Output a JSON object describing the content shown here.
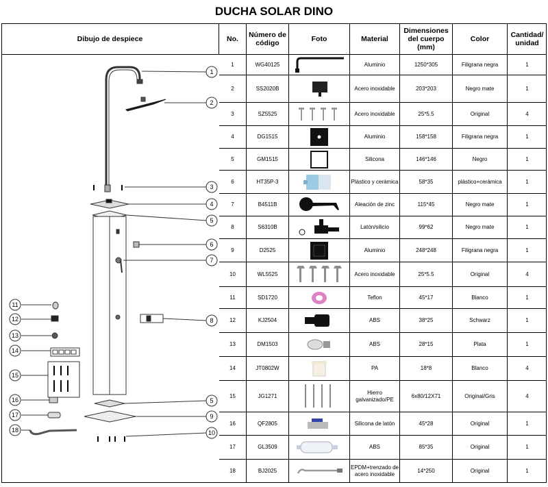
{
  "title": "DUCHA SOLAR DINO",
  "headers": {
    "drawing": "Dibujo de despiece",
    "no": "No.",
    "code": "Número de código",
    "photo": "Foto",
    "material": "Material",
    "dims": "Dimensiones del cuerpo (mm)",
    "color": "Color",
    "qty": "Cantidad/ unidad"
  },
  "callouts": [
    "1",
    "2",
    "3",
    "4",
    "5",
    "6",
    "7",
    "8",
    "9",
    "10",
    "11",
    "12",
    "13",
    "14",
    "15",
    "16",
    "17",
    "18"
  ],
  "rows": [
    {
      "no": "1",
      "code": "WG40125",
      "photo": "curved-pipe-icon",
      "material": "Aluminio",
      "dims": "1250*305",
      "color": "Filigrana negra",
      "qty": "1"
    },
    {
      "no": "2",
      "code": "SS2020B",
      "photo": "shower-head-icon",
      "material": "Acero inoxidable",
      "dims": "203*203",
      "color": "Negro mate",
      "qty": "1"
    },
    {
      "no": "3",
      "code": "SZ5525",
      "photo": "screws-icon",
      "material": "Acero inoxidable",
      "dims": "25*5.5",
      "color": "Original",
      "qty": "4"
    },
    {
      "no": "4",
      "code": "DG1515",
      "photo": "black-plate-icon",
      "material": "Aluminio",
      "dims": "158*158",
      "color": "Filigrana negra",
      "qty": "1"
    },
    {
      "no": "5",
      "code": "GM1515",
      "photo": "silicone-gasket-icon",
      "material": "Silicona",
      "dims": "146*146",
      "color": "Negro",
      "qty": "1"
    },
    {
      "no": "6",
      "code": "HT35P-3",
      "photo": "cartridge-icon",
      "material": "Plástico y cerámica",
      "dims": "58*35",
      "color": "plástico+cerámica",
      "qty": "1"
    },
    {
      "no": "7",
      "code": "B4511B",
      "photo": "lever-handle-icon",
      "material": "Aleación de zinc",
      "dims": "115*45",
      "color": "Negro mate",
      "qty": "1"
    },
    {
      "no": "8",
      "code": "S6310B",
      "photo": "valve-icon",
      "material": "Latón/silicio",
      "dims": "99*62",
      "color": "Negro mate",
      "qty": "1"
    },
    {
      "no": "9",
      "code": "D2525",
      "photo": "base-plate-icon",
      "material": "Aluminio",
      "dims": "248*248",
      "color": "Filigrana negra",
      "qty": "1"
    },
    {
      "no": "10",
      "code": "WL5525",
      "photo": "hex-screws-icon",
      "material": "Acero inoxidable",
      "dims": "25*5.5",
      "color": "Original",
      "qty": "4"
    },
    {
      "no": "11",
      "code": "SD1720",
      "photo": "teflon-tape-icon",
      "material": "Teflon",
      "dims": "45*17",
      "color": "Blanco",
      "qty": "1"
    },
    {
      "no": "12",
      "code": "KJ2504",
      "photo": "connector-icon",
      "material": "ABS",
      "dims": "38*25",
      "color": "Schwarz",
      "qty": "1"
    },
    {
      "no": "13",
      "code": "DM1503",
      "photo": "plug-icon",
      "material": "ABS",
      "dims": "28*15",
      "color": "Plata",
      "qty": "1"
    },
    {
      "no": "14",
      "code": "JT0802W",
      "photo": "pa-cap-icon",
      "material": "PA",
      "dims": "18*8",
      "color": "Blanco",
      "qty": "4"
    },
    {
      "no": "15",
      "code": "JG1271",
      "photo": "anchor-bolts-icon",
      "material": "Hierro galvanizado/PE",
      "dims": "6x80/12X71",
      "color": "Original/Gris",
      "qty": "4"
    },
    {
      "no": "16",
      "code": "QF2805",
      "photo": "ball-valve-icon",
      "material": "Silicona de latón",
      "dims": "45*28",
      "color": "Original",
      "qty": "1"
    },
    {
      "no": "17",
      "code": "GL3509",
      "photo": "filter-icon",
      "material": "ABS",
      "dims": "85*35",
      "color": "Original",
      "qty": "1"
    },
    {
      "no": "18",
      "code": "BJ2025",
      "photo": "braided-hose-icon",
      "material": "EPDM+trenzado de acero inoxidable",
      "dims": "14*250",
      "color": "Original",
      "qty": "1"
    }
  ]
}
